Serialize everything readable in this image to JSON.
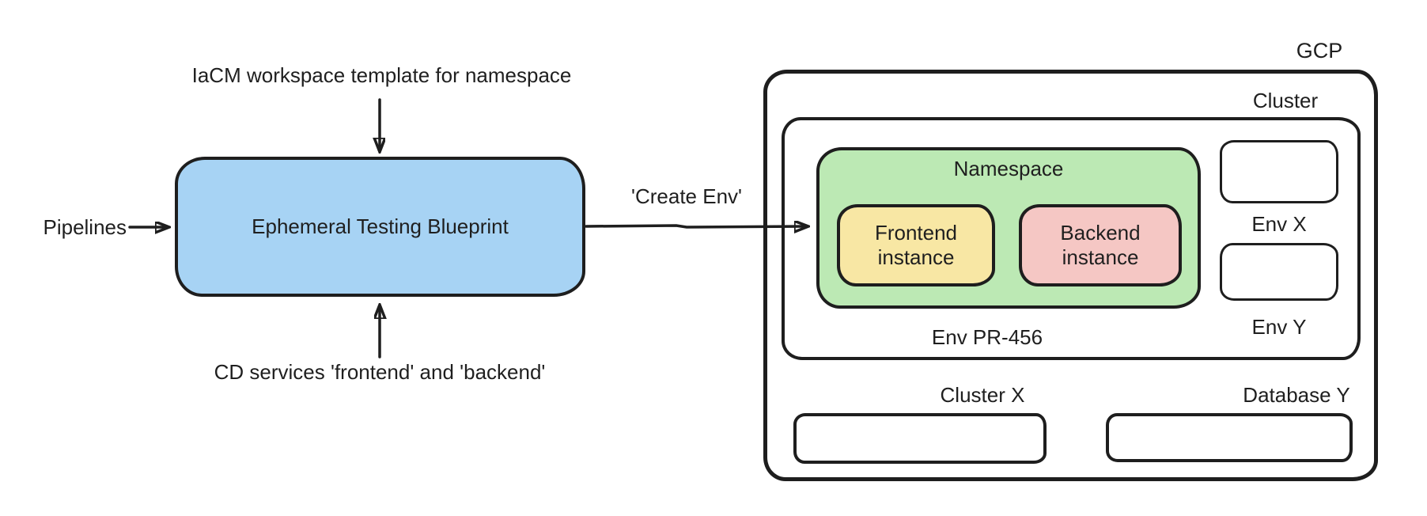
{
  "colors": {
    "stroke": "#1e1e1e",
    "blueprint_fill": "#a7d3f4",
    "namespace_fill": "#bce9b4",
    "frontend_fill": "#f8e7a4",
    "backend_fill": "#f5c7c4",
    "plain_fill": "#ffffff"
  },
  "flow": {
    "top_input_label": "IaCM workspace template for namespace",
    "left_input_label": "Pipelines",
    "blueprint_label": "Ephemeral Testing Blueprint",
    "bottom_input_label": "CD services 'frontend' and 'backend'",
    "edge_label": "'Create Env'"
  },
  "gcp": {
    "label": "GCP",
    "cluster": {
      "label": "Cluster",
      "namespace": {
        "label": "Namespace",
        "frontend_label": "Frontend instance",
        "backend_label": "Backend instance"
      },
      "env_pr_label": "Env PR-456",
      "env_x_label": "Env X",
      "env_y_label": "Env Y"
    },
    "cluster_x_label": "Cluster X",
    "database_y_label": "Database Y"
  }
}
